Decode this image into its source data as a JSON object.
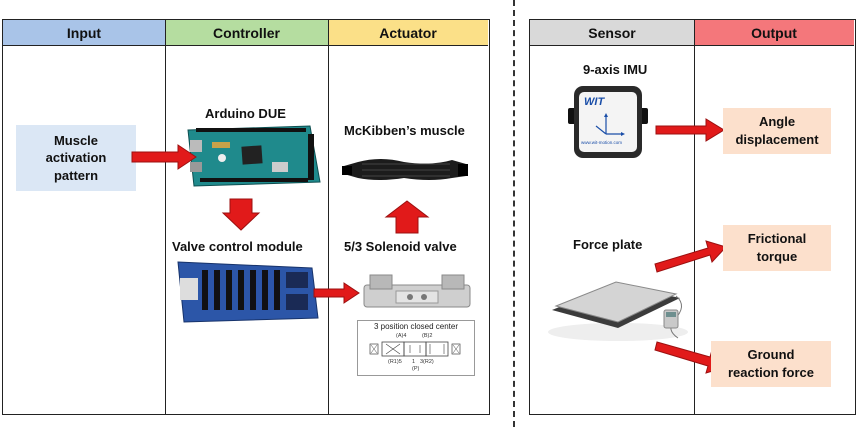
{
  "left_panel": {
    "headers": {
      "input": "Input",
      "controller": "Controller",
      "actuator": "Actuator"
    },
    "input_box": [
      "Muscle",
      "activation",
      "pattern"
    ],
    "controller": {
      "board_label": "Arduino DUE",
      "valve_module_label": "Valve control module"
    },
    "actuator": {
      "muscle_label": "McKibben’s muscle",
      "valve_label": "5/3 Solenoid valve",
      "schematic_title": "3 position closed center",
      "schematic_ports": [
        "(A)4",
        "(B)2",
        "(R1)5",
        "1",
        "3(R2)",
        "(P)"
      ]
    }
  },
  "right_panel": {
    "headers": {
      "sensor": "Sensor",
      "output": "Output"
    },
    "sensor": {
      "imu_label": "9-axis IMU",
      "imu_brand": "WIT",
      "imu_url": "www.wit-motion.com",
      "force_plate_label": "Force plate"
    },
    "outputs": [
      [
        "Angle",
        "displacement"
      ],
      [
        "Frictional",
        "torque"
      ],
      [
        "Ground",
        "reaction force"
      ]
    ]
  },
  "colors": {
    "input_header": "#a9c4e8",
    "controller_header": "#b5dda0",
    "actuator_header": "#fbe088",
    "sensor_header": "#d9d9d9",
    "output_header": "#f4777b",
    "input_box": "#dbe7f5",
    "output_box": "#fce0cc",
    "arrow": "#e11a1a",
    "arrow_stroke": "#9c1010"
  }
}
